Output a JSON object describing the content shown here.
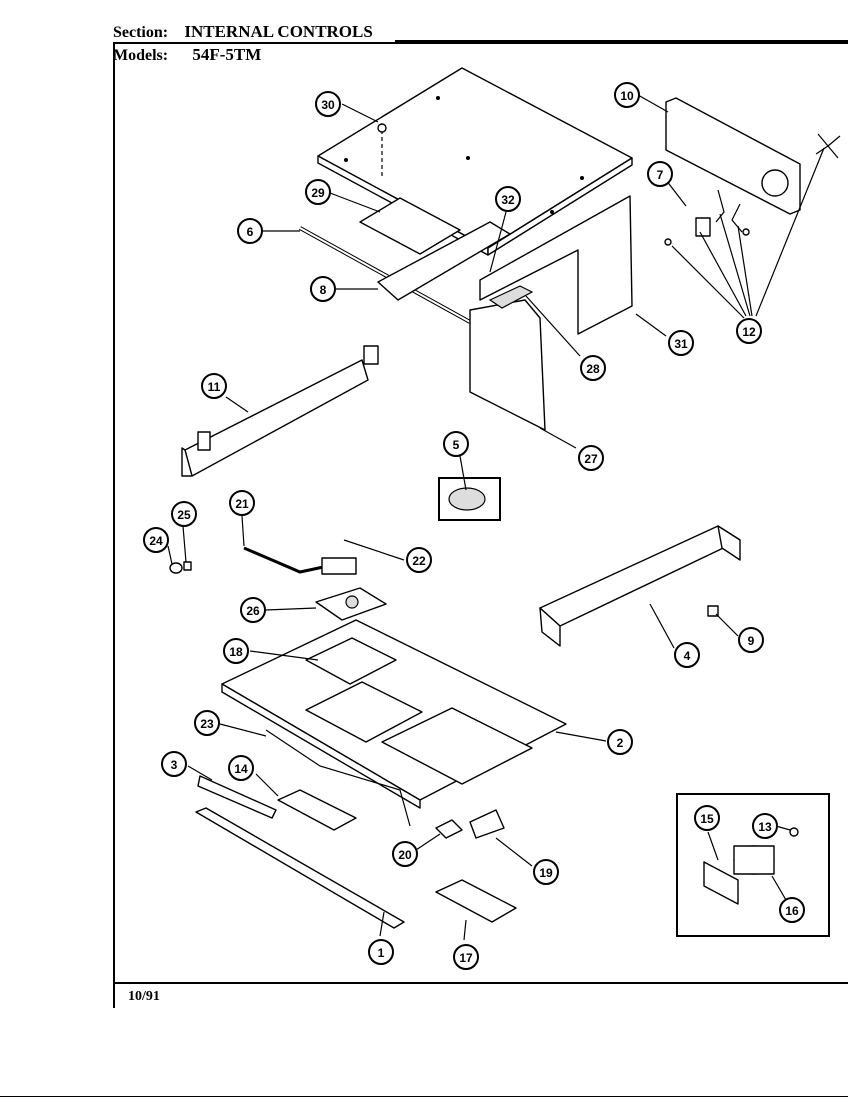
{
  "header": {
    "section_key": "Section:",
    "section_value": "INTERNAL CONTROLS",
    "models_key": "Models:",
    "models_value": "54F-5TM"
  },
  "footer": {
    "date": "10/91"
  },
  "callouts": [
    "30",
    "10",
    "29",
    "7",
    "32",
    "6",
    "8",
    "31",
    "12",
    "28",
    "11",
    "27",
    "5",
    "21",
    "25",
    "24",
    "22",
    "26",
    "9",
    "18",
    "4",
    "23",
    "2",
    "3",
    "14",
    "15",
    "13",
    "20",
    "19",
    "16",
    "1",
    "17"
  ]
}
